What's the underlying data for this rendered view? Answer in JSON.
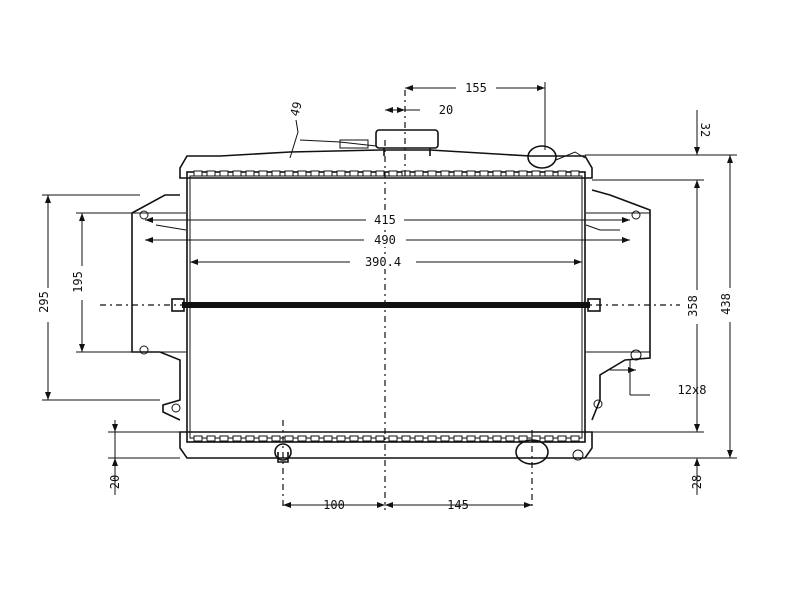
{
  "dimensions": {
    "d155": "155",
    "d20": "20",
    "d32": "32",
    "d49": "49",
    "d415": "415",
    "d490": "490",
    "d3904": "390.4",
    "d295": "295",
    "d195": "195",
    "d358": "358",
    "d438": "438",
    "d12x8": "12x8",
    "d28": "28",
    "d20b": "20",
    "d100": "100",
    "d145": "145"
  }
}
